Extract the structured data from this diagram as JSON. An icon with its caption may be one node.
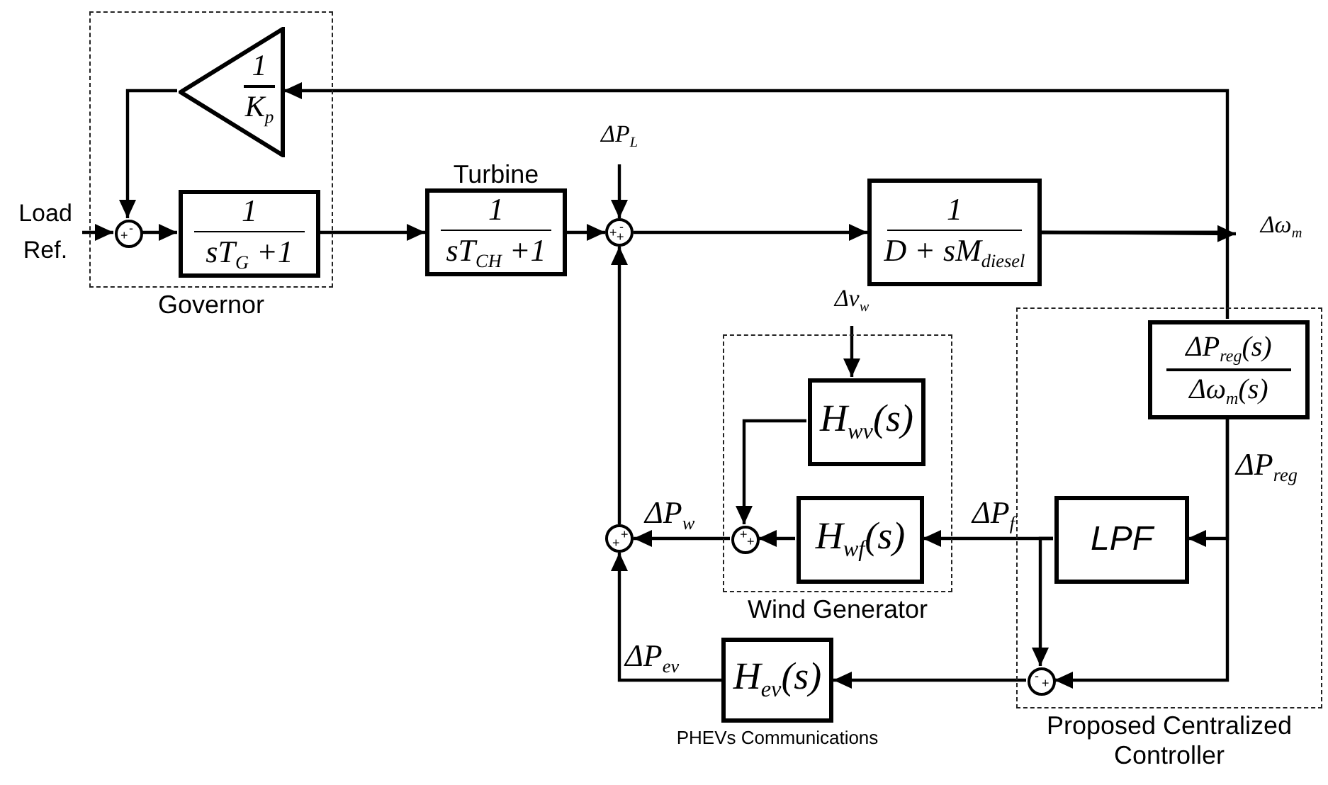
{
  "diagram": {
    "nodes": [
      {
        "text": [
          "Governor"
        ]
      },
      {
        "text": [
          "1",
          "K$_{p}$"
        ],
        "in": 0
      },
      {
        "text": [
          "-",
          "+"
        ],
        "in": 0
      },
      {
        "text": [
          "1",
          "sT$_{G}$ +1"
        ],
        "in": 0
      },
      {
        "text": [
          "Load Ref."
        ]
      },
      {
        "text": [
          "Turbine",
          "1",
          "sT$_{CH}$ +1"
        ]
      },
      {
        "text": [
          "ΔP$_{L}$"
        ]
      },
      {
        "text": [
          "-",
          "+",
          "+"
        ]
      },
      {
        "text": [
          "1",
          "D + sM$_{diesel}$"
        ]
      },
      {
        "text": [
          "Δω$_{m}$"
        ]
      },
      {
        "text": [
          "Proposed Centralized Controller"
        ]
      },
      {
        "text": [
          "ΔP$_{reg}$(s)",
          "Δω$_{m}$(s)"
        ],
        "in": 10
      },
      {
        "text": [
          "LPF"
        ],
        "in": 10
      },
      {
        "text": [
          "-",
          "+"
        ],
        "in": 10
      },
      {
        "text": [
          "Wind Generator"
        ]
      },
      {
        "text": [
          "Δv$_{w}$"
        ]
      },
      {
        "text": [
          "H$_{wv}$(s)"
        ],
        "in": 14
      },
      {
        "text": [
          "H$_{wf}$(s)"
        ],
        "in": 14
      },
      {
        "text": [
          "+",
          "+"
        ],
        "in": 14
      },
      {
        "text": [
          "+",
          "+"
        ]
      },
      {
        "text": [
          "H$_{ev}$(s)"
        ],
        "beside": [
          "PHEVs Communications"
        ]
      }
    ],
    "edges": [
      {
        "from": 4,
        "to": 2,
        "arrow": "to"
      },
      {
        "from": 1,
        "to": 2,
        "arrow": "to"
      },
      {
        "from": 2,
        "to": 3,
        "arrow": "to"
      },
      {
        "from": 3,
        "to": 5,
        "arrow": "to"
      },
      {
        "from": 5,
        "to": 7,
        "arrow": "to"
      },
      {
        "from": 6,
        "to": 7,
        "arrow": "to"
      },
      {
        "from": 7,
        "to": 8,
        "arrow": "to"
      },
      {
        "from": 8,
        "to": 9,
        "arrow": "to"
      },
      {
        "from": 8,
        "to": 1,
        "arrow": "to"
      },
      {
        "from": 8,
        "to": 11,
        "arrow": "none"
      },
      {
        "from": 11,
        "to": 12,
        "arrow": "to",
        "label": "ΔP$_{reg}$"
      },
      {
        "from": 11,
        "to": 13,
        "arrow": "to"
      },
      {
        "from": 12,
        "to": 17,
        "arrow": "to",
        "label": "ΔP$_{f}$"
      },
      {
        "from": 12,
        "to": 13,
        "arrow": "to"
      },
      {
        "from": 13,
        "to": 20,
        "arrow": "to"
      },
      {
        "from": 15,
        "to": 16,
        "arrow": "to"
      },
      {
        "from": 16,
        "to": 18,
        "arrow": "to"
      },
      {
        "from": 17,
        "to": 18,
        "arrow": "to"
      },
      {
        "from": 18,
        "to": 19,
        "arrow": "to",
        "label": "ΔP$_{w}$"
      },
      {
        "from": 20,
        "to": 19,
        "arrow": "to",
        "label": "ΔP$_{ev}$"
      },
      {
        "from": 19,
        "to": 7,
        "arrow": "to"
      }
    ]
  }
}
